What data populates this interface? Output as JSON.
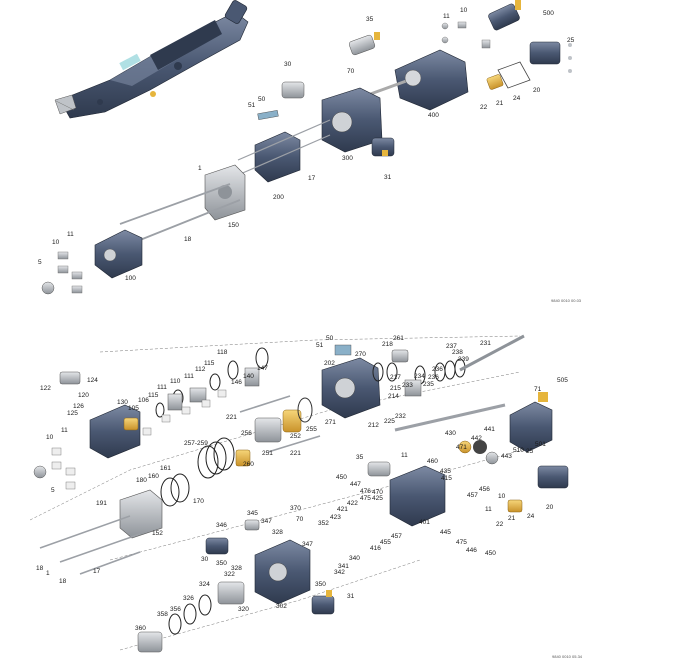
{
  "diagram": {
    "colors": {
      "part_body": "#4a5872",
      "part_dark": "#2f3a4e",
      "part_light": "#7d8aa3",
      "brass": "#e6b53c",
      "steel": "#bfc3c8",
      "steel_dark": "#8e9399",
      "leader": "#3a3a3a",
      "dashed": "#777777"
    },
    "labels_top": [
      "500",
      "35",
      "11",
      "10",
      "25",
      "21",
      "24",
      "20",
      "30",
      "70",
      "22",
      "400",
      "50",
      "51",
      "300",
      "31",
      "1",
      "17",
      "200",
      "150",
      "11",
      "10",
      "18",
      "5",
      "100"
    ],
    "code_top": "9840 0010 00.03",
    "labels_bottom": [
      "50",
      "51",
      "261",
      "270",
      "218",
      "237",
      "238",
      "231",
      "202",
      "217",
      "239",
      "233",
      "234",
      "236",
      "235",
      "122",
      "124",
      "215",
      "214",
      "236",
      "120",
      "130",
      "118",
      "105",
      "106",
      "115",
      "111",
      "110",
      "111",
      "112",
      "115",
      "146",
      "140",
      "147",
      "126",
      "125",
      "505",
      "71",
      "221",
      "212",
      "232",
      "225",
      "10",
      "11",
      "271",
      "255",
      "252",
      "257-259",
      "256",
      "251",
      "260",
      "221",
      "430",
      "441",
      "442",
      "443",
      "471",
      "501",
      "510",
      "25",
      "5",
      "180",
      "161",
      "160",
      "170",
      "35",
      "11",
      "460",
      "450",
      "447",
      "476",
      "475",
      "425",
      "470",
      "435",
      "415",
      "456",
      "457",
      "10",
      "11",
      "20",
      "24",
      "21",
      "22",
      "191",
      "152",
      "345",
      "347",
      "370",
      "70",
      "352",
      "423",
      "421",
      "422",
      "346",
      "30",
      "350",
      "328",
      "347",
      "328",
      "340",
      "341",
      "342",
      "401",
      "445",
      "416",
      "455",
      "457",
      "475",
      "446",
      "450",
      "18",
      "1",
      "18",
      "17",
      "324",
      "326",
      "322",
      "320",
      "302",
      "350",
      "31",
      "358",
      "356",
      "360"
    ],
    "code_bottom": "9840 0010 05.34"
  }
}
